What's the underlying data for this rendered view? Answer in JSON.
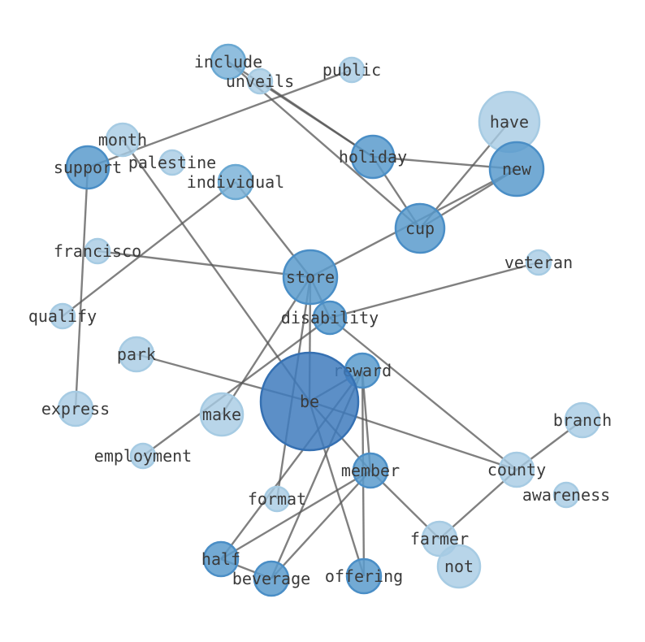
{
  "nodes": [
    {
      "id": "include",
      "label": "include",
      "shade": "mid"
    },
    {
      "id": "unveils",
      "label": "unveils",
      "shade": "light"
    },
    {
      "id": "public",
      "label": "public",
      "shade": "light"
    },
    {
      "id": "have",
      "label": "have",
      "shade": "light"
    },
    {
      "id": "month",
      "label": "month",
      "shade": "light"
    },
    {
      "id": "holiday",
      "label": "holiday",
      "shade": "dark"
    },
    {
      "id": "new",
      "label": "new",
      "shade": "dark"
    },
    {
      "id": "support",
      "label": "support",
      "shade": "dark"
    },
    {
      "id": "palestine",
      "label": "palestine",
      "shade": "light"
    },
    {
      "id": "individual",
      "label": "individual",
      "shade": "mid"
    },
    {
      "id": "cup",
      "label": "cup",
      "shade": "dark"
    },
    {
      "id": "francisco",
      "label": "francisco",
      "shade": "light"
    },
    {
      "id": "store",
      "label": "store",
      "shade": "dark"
    },
    {
      "id": "veteran",
      "label": "veteran",
      "shade": "light"
    },
    {
      "id": "qualify",
      "label": "qualify",
      "shade": "light"
    },
    {
      "id": "disability",
      "label": "disability",
      "shade": "dark"
    },
    {
      "id": "park",
      "label": "park",
      "shade": "light"
    },
    {
      "id": "reward",
      "label": "reward",
      "shade": "dark"
    },
    {
      "id": "be",
      "label": "be",
      "shade": "darkest"
    },
    {
      "id": "express",
      "label": "express",
      "shade": "light"
    },
    {
      "id": "make",
      "label": "make",
      "shade": "light"
    },
    {
      "id": "branch",
      "label": "branch",
      "shade": "light"
    },
    {
      "id": "employment",
      "label": "employment",
      "shade": "light"
    },
    {
      "id": "county",
      "label": "county",
      "shade": "light"
    },
    {
      "id": "member",
      "label": "member",
      "shade": "dark"
    },
    {
      "id": "awareness",
      "label": "awareness",
      "shade": "light"
    },
    {
      "id": "format",
      "label": "format",
      "shade": "light"
    },
    {
      "id": "farmer",
      "label": "farmer",
      "shade": "light"
    },
    {
      "id": "half",
      "label": "half",
      "shade": "dark"
    },
    {
      "id": "not",
      "label": "not",
      "shade": "light"
    },
    {
      "id": "beverage",
      "label": "beverage",
      "shade": "dark"
    },
    {
      "id": "offering",
      "label": "offering",
      "shade": "dark"
    }
  ],
  "edges": [
    [
      "include",
      "holiday"
    ],
    [
      "include",
      "cup"
    ],
    [
      "unveils",
      "holiday"
    ],
    [
      "public",
      "support"
    ],
    [
      "month",
      "be"
    ],
    [
      "holiday",
      "new"
    ],
    [
      "holiday",
      "cup"
    ],
    [
      "have",
      "cup"
    ],
    [
      "new",
      "cup"
    ],
    [
      "new",
      "store"
    ],
    [
      "support",
      "express"
    ],
    [
      "individual",
      "qualify"
    ],
    [
      "individual",
      "store"
    ],
    [
      "francisco",
      "store"
    ],
    [
      "veteran",
      "disability"
    ],
    [
      "disability",
      "employment"
    ],
    [
      "disability",
      "county"
    ],
    [
      "store",
      "be"
    ],
    [
      "store",
      "make"
    ],
    [
      "store",
      "format"
    ],
    [
      "store",
      "disability"
    ],
    [
      "park",
      "be"
    ],
    [
      "be",
      "reward"
    ],
    [
      "be",
      "county"
    ],
    [
      "be",
      "member"
    ],
    [
      "be",
      "offering"
    ],
    [
      "reward",
      "half"
    ],
    [
      "reward",
      "beverage"
    ],
    [
      "reward",
      "offering"
    ],
    [
      "reward",
      "member"
    ],
    [
      "member",
      "farmer"
    ],
    [
      "member",
      "half"
    ],
    [
      "member",
      "beverage"
    ],
    [
      "half",
      "beverage"
    ],
    [
      "county",
      "branch"
    ],
    [
      "county",
      "farmer"
    ]
  ],
  "colors": {
    "light": {
      "fill": "#a6cbe3",
      "stroke": "#a6cbe3"
    },
    "mid": {
      "fill": "#7db3d8",
      "stroke": "#6aa8d2"
    },
    "dark": {
      "fill": "#5b9bcc",
      "stroke": "#4a8ec6"
    },
    "darkest": {
      "fill": "#3f7bbd",
      "stroke": "#3570b2"
    }
  }
}
